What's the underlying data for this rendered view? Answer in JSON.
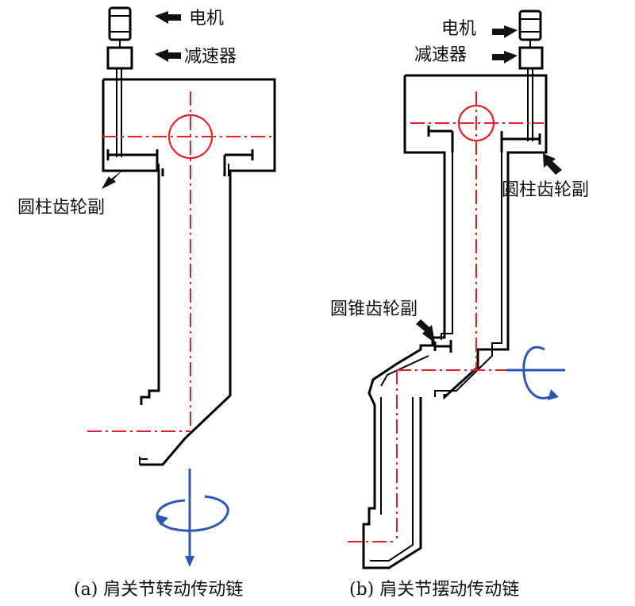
{
  "colors": {
    "outline": "#000000",
    "axis": "#e4202a",
    "rotation": "#2f55b7"
  },
  "left_diagram": {
    "motor_label": "电机",
    "reducer_label": "减速器",
    "gear_label": "圆柱齿轮副",
    "caption": "(a) 肩关节转动传动链"
  },
  "right_diagram": {
    "motor_label": "电机",
    "reducer_label": "减速器",
    "gear_label": "圆柱齿轮副",
    "bevel_label": "圆锥齿轮副",
    "caption": "(b) 肩关节摆动传动链"
  }
}
